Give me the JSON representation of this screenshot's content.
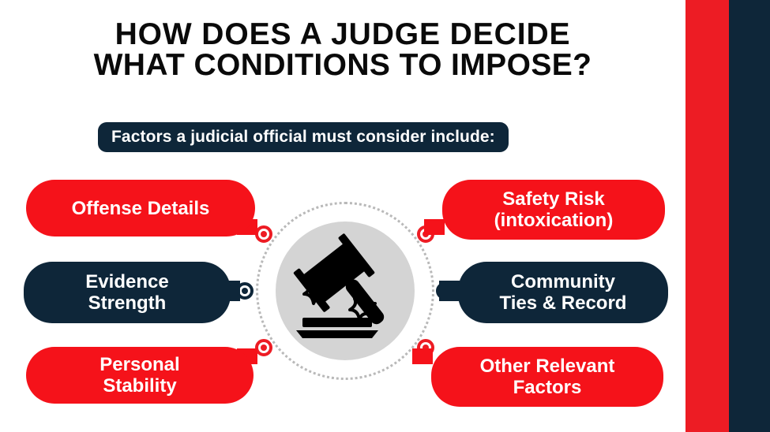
{
  "slide": {
    "title_line1": "HOW DOES A JUDGE DECIDE",
    "title_line2": "WHAT CONDITIONS TO IMPOSE?",
    "subtitle": "Factors a judicial official must consider include:"
  },
  "center": {
    "icon": "gavel-icon"
  },
  "factors": {
    "left": [
      {
        "label": "Offense Details",
        "color": "#F5121A",
        "style": "red"
      },
      {
        "label": "Evidence\nStrength",
        "line1": "Evidence",
        "line2": "Strength",
        "color": "#0E2639",
        "style": "navy"
      },
      {
        "label": "Personal\nStability",
        "line1": "Personal",
        "line2": "Stability",
        "color": "#F5121A",
        "style": "red"
      }
    ],
    "right": [
      {
        "label": "Safety Risk\n(intoxication)",
        "line1": "Safety Risk",
        "line2": "(intoxication)",
        "color": "#F5121A",
        "style": "red"
      },
      {
        "label": "Community\nTies & Record",
        "line1": "Community",
        "line2": "Ties & Record",
        "color": "#0E2639",
        "style": "navy"
      },
      {
        "label": "Other Relevant\nFactors",
        "line1": "Other Relevant",
        "line2": "Factors",
        "color": "#F5121A",
        "style": "red"
      }
    ]
  },
  "markers": [
    {
      "name": "marker-top-left",
      "color": "#ED1C24"
    },
    {
      "name": "marker-top-right",
      "color": "#ED1C24"
    },
    {
      "name": "marker-middle-left",
      "color": "#0E2639"
    },
    {
      "name": "marker-middle-right",
      "color": "#0E2639"
    },
    {
      "name": "marker-bottom-left",
      "color": "#ED1C24"
    },
    {
      "name": "marker-bottom-right",
      "color": "#ED1C24"
    }
  ],
  "decor": {
    "stripe_red": "#ED1C24",
    "stripe_navy": "#0E2639"
  }
}
